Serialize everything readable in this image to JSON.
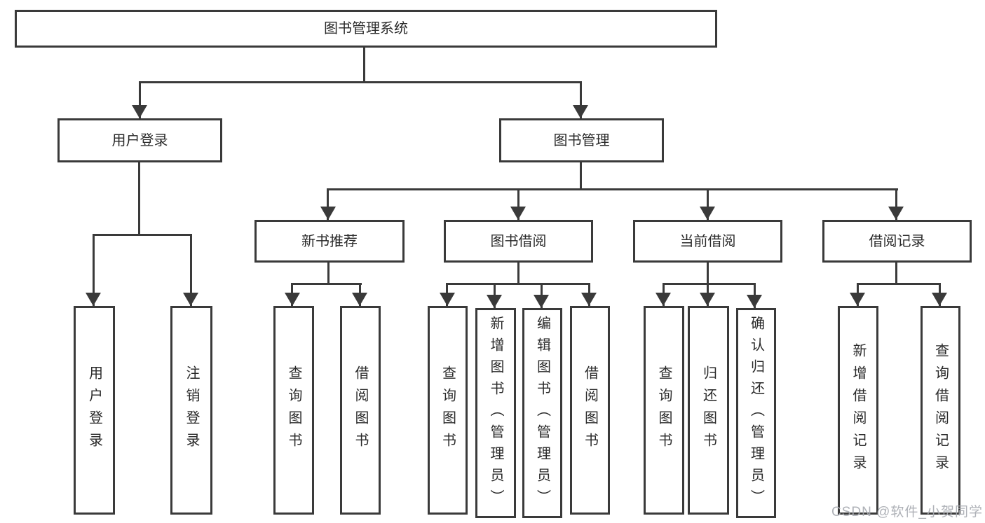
{
  "diagram": {
    "title": "图书管理系统",
    "watermark": "CSDN @软件_小贺同学",
    "colors": {
      "stroke": "#3a3a3a",
      "text": "#2a2a2a",
      "background": "#ffffff",
      "watermark": "#a8abb1"
    },
    "nodes": {
      "root": "图书管理系统",
      "user_login": "用户登录",
      "book_mgmt": "图书管理",
      "new_books": "新书推荐",
      "book_borrow": "图书借阅",
      "current_borrow": "当前借阅",
      "borrow_records": "借阅记录",
      "leaf_user_login": "用户登录",
      "leaf_logout": "注销登录",
      "leaf_nb_query": "查询图书",
      "leaf_nb_borrow": "借阅图书",
      "leaf_bb_query": "查询图书",
      "leaf_bb_add": "新增图书（管理员）",
      "leaf_bb_edit": "编辑图书（管理员）",
      "leaf_bb_borrow": "借阅图书",
      "leaf_cb_query": "查询图书",
      "leaf_cb_return": "归还图书",
      "leaf_cb_confirm": "确认归还（管理员）",
      "leaf_rec_add": "新增借阅记录",
      "leaf_rec_query": "查询借阅记录"
    },
    "hierarchy": {
      "图书管理系统": {
        "用户登录": [
          "用户登录",
          "注销登录"
        ],
        "图书管理": {
          "新书推荐": [
            "查询图书",
            "借阅图书"
          ],
          "图书借阅": [
            "查询图书",
            "新增图书（管理员）",
            "编辑图书（管理员）",
            "借阅图书"
          ],
          "当前借阅": [
            "查询图书",
            "归还图书",
            "确认归还（管理员）"
          ],
          "借阅记录": [
            "新增借阅记录",
            "查询借阅记录"
          ]
        }
      }
    }
  }
}
